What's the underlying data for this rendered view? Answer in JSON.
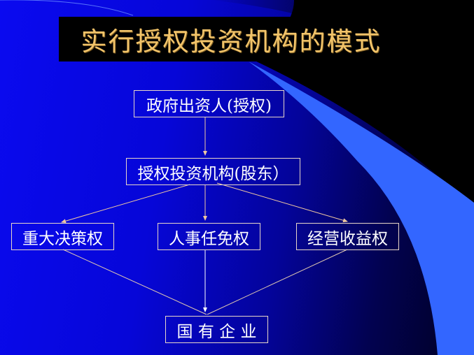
{
  "slide": {
    "title": "实行授权投资机构的模式",
    "colors": {
      "background_left": "#0a0af0",
      "background_right": "#000020",
      "swoosh": "#3366ff",
      "title_bg": "#000000",
      "title_text": "#f2c46a",
      "node_border": "#e8d6c8",
      "node_text": "#ffffff",
      "edge": "#f0c8a0"
    }
  },
  "diagram": {
    "nodes": [
      {
        "id": "gov",
        "label": "政府出资人(授权)"
      },
      {
        "id": "inst",
        "label": "授权投资机构(股东）"
      },
      {
        "id": "decision",
        "label": "重大决策权"
      },
      {
        "id": "personnel",
        "label": "人事任免权"
      },
      {
        "id": "revenue",
        "label": "经营收益权"
      },
      {
        "id": "soe",
        "label": "国 有 企 业"
      }
    ],
    "edges": [
      {
        "from": "gov",
        "to": "inst"
      },
      {
        "from": "inst",
        "to": "decision"
      },
      {
        "from": "inst",
        "to": "personnel"
      },
      {
        "from": "inst",
        "to": "revenue"
      },
      {
        "from": "decision",
        "to": "soe"
      },
      {
        "from": "personnel",
        "to": "soe"
      },
      {
        "from": "revenue",
        "to": "soe"
      }
    ]
  }
}
